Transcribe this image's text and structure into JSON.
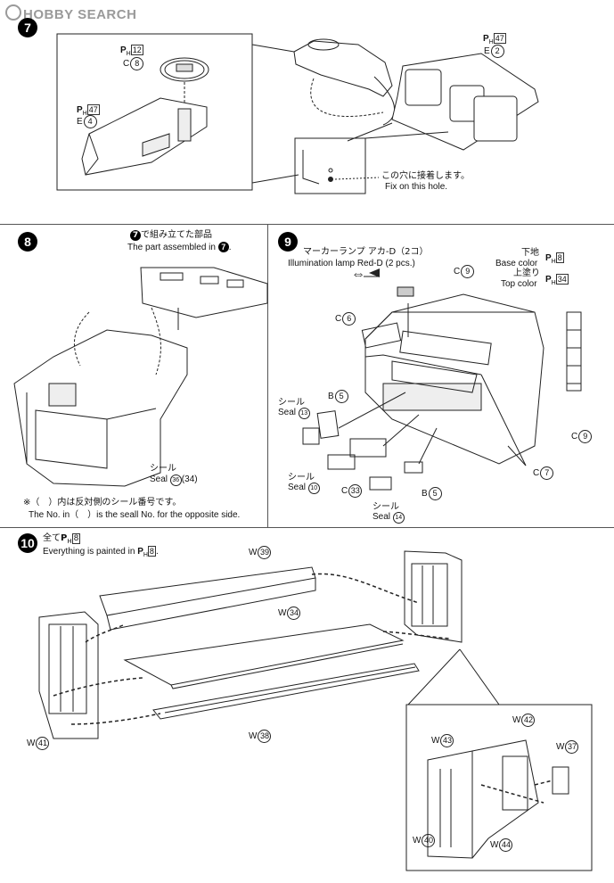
{
  "header": {
    "logo_text": "HOBBY SEARCH"
  },
  "steps": {
    "s7": {
      "number": "7",
      "ph12": "12",
      "c8_letter": "C",
      "c8_num": "8",
      "ph47a": "47",
      "e4_letter": "E",
      "e4_num": "4",
      "ph47b": "47",
      "e2_letter": "E",
      "e2_num": "2",
      "note_jp": "この穴に接着します。",
      "note_en": "Fix on this hole."
    },
    "s8": {
      "number": "8",
      "ref_jp": "で組み立てた部品",
      "ref_en": "The part assembled in",
      "ref_step": "7",
      "seal_jp": "シール",
      "seal_en": "Seal",
      "seal_nums": "(34)",
      "seal_main": "36",
      "note_jp": "※（　）内は反対側のシール番号です。",
      "note_en": "The No. in（　）is the seall No. for the opposite side."
    },
    "s9": {
      "number": "9",
      "lamp_jp": "マーカーランプ アカ-D（2コ）",
      "lamp_en": "Illumination lamp Red-D (2 pcs.)",
      "base_jp": "下地",
      "base_en": "Base color",
      "base_ph": "8",
      "top_jp": "上塗り",
      "top_en": "Top color",
      "top_ph": "34",
      "c9_a": "9",
      "c6": "6",
      "b5_a": "5",
      "seal13": "13",
      "seal10": "10",
      "c33": "33",
      "seal14": "14",
      "b5_b": "5",
      "c7": "7",
      "c9_b": "9",
      "seal_jp": "シール",
      "seal_en": "Seal",
      "c_letter": "C",
      "b_letter": "B"
    },
    "s10": {
      "number": "10",
      "all_jp": "全て",
      "all_ph": "8",
      "all_en": "Everything is painted in",
      "all_en_ph": "8",
      "w39": "39",
      "w34": "34",
      "w38": "38",
      "w41": "41",
      "w42": "42",
      "w43": "43",
      "w37": "37",
      "w40": "40",
      "w44": "44",
      "w_letter": "W"
    }
  }
}
